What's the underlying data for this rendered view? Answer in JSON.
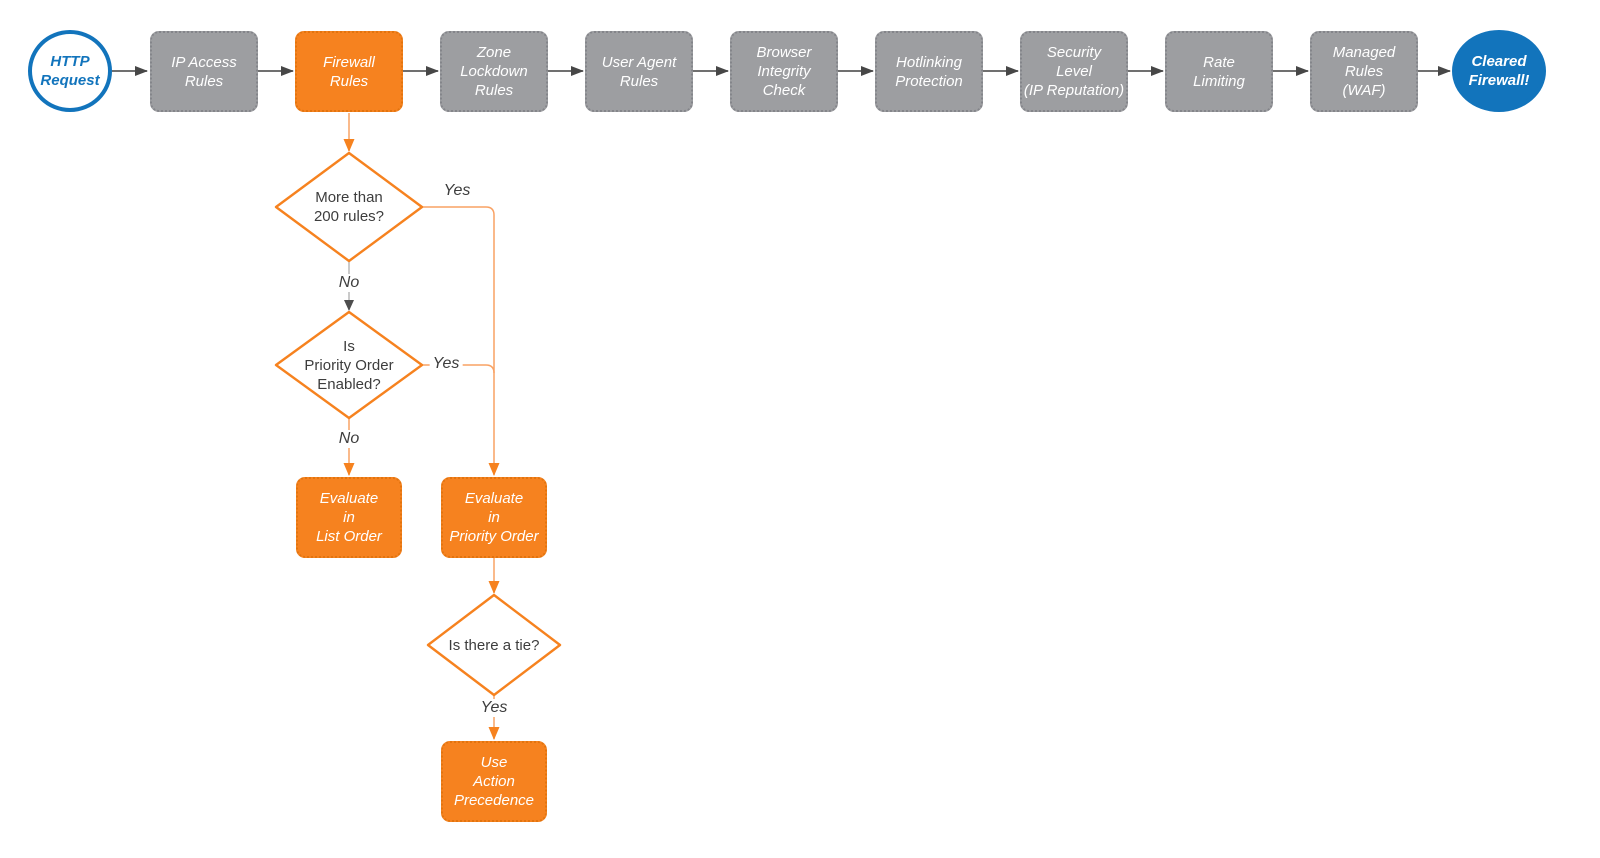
{
  "colors": {
    "accent_orange": "#F6821F",
    "node_gray": "#9D9EA1",
    "accent_blue": "#1274BC"
  },
  "pipeline": {
    "start_label": "HTTP\nRequest",
    "steps": [
      "IP Access\nRules",
      "Firewall\nRules",
      "Zone\nLockdown\nRules",
      "User Agent\nRules",
      "Browser\nIntegrity\nCheck",
      "Hotlinking\nProtection",
      "Security\nLevel\n(IP Reputation)",
      "Rate\nLimiting",
      "Managed\nRules\n(WAF)"
    ],
    "end_label": "Cleared\nFirewall!"
  },
  "firewall_rules_branch": {
    "decisions": {
      "more_than_200_rules": "More than\n200 rules?",
      "priority_order_enabled": "Is\nPriority Order\nEnabled?",
      "is_there_a_tie": "Is there a tie?"
    },
    "outcomes": {
      "evaluate_list_order": "Evaluate\nin\nList Order",
      "evaluate_priority_order": "Evaluate\nin\nPriority Order",
      "use_action_precedence": "Use\nAction\nPrecedence"
    },
    "edge_labels": {
      "rules_yes": "Yes",
      "rules_no": "No",
      "priority_yes": "Yes",
      "priority_no": "No",
      "tie_yes": "Yes"
    }
  }
}
